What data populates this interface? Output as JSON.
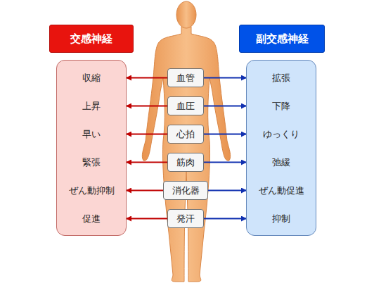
{
  "diagram": {
    "nodes": [
      {
        "text": [
          "交感神経"
        ]
      },
      {
        "text": [
          "副交感神経"
        ]
      },
      {
        "text": [
          "収縮",
          "上昇",
          "早い",
          "緊張",
          "ぜん動抑制",
          "促進"
        ]
      },
      {
        "text": [
          "血管"
        ]
      },
      {
        "text": [
          "血圧"
        ]
      },
      {
        "text": [
          "心拍"
        ]
      },
      {
        "text": [
          "筋肉"
        ]
      },
      {
        "text": [
          "消化器"
        ]
      },
      {
        "text": [
          "発汗"
        ]
      },
      {
        "text": [
          "拡張",
          "下降",
          "ゆっくり",
          "弛緩",
          "ぜん動促進",
          "抑制"
        ]
      }
    ],
    "edges": [
      {
        "from": 3,
        "to": 2,
        "arrow": "to"
      },
      {
        "from": 3,
        "to": 9,
        "arrow": "to"
      },
      {
        "from": 4,
        "to": 2,
        "arrow": "to"
      },
      {
        "from": 4,
        "to": 9,
        "arrow": "to"
      },
      {
        "from": 5,
        "to": 2,
        "arrow": "to"
      },
      {
        "from": 5,
        "to": 9,
        "arrow": "to"
      },
      {
        "from": 6,
        "to": 2,
        "arrow": "to"
      },
      {
        "from": 6,
        "to": 9,
        "arrow": "to"
      },
      {
        "from": 7,
        "to": 2,
        "arrow": "to"
      },
      {
        "from": 7,
        "to": 9,
        "arrow": "to"
      },
      {
        "from": 8,
        "to": 2,
        "arrow": "to"
      },
      {
        "from": 8,
        "to": 9,
        "arrow": "to"
      }
    ]
  }
}
